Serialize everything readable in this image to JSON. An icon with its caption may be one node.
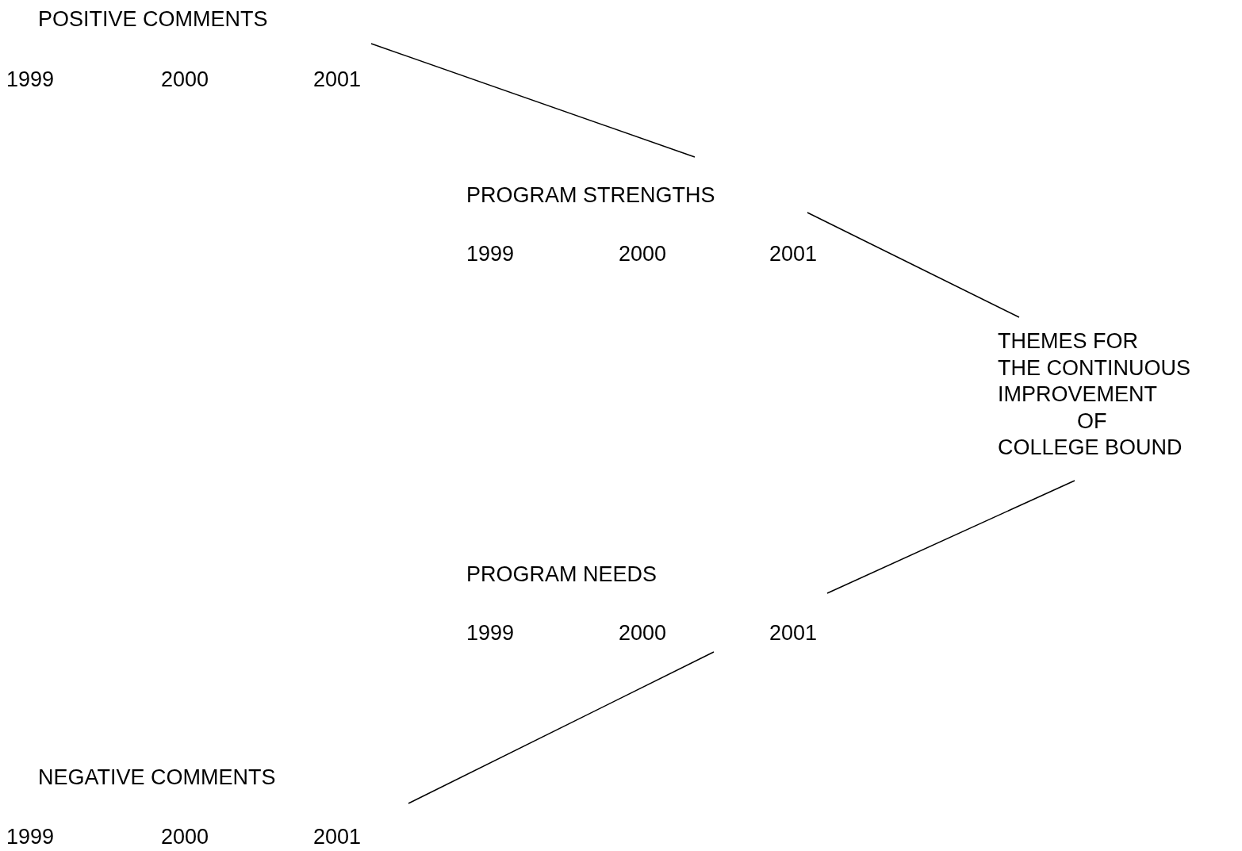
{
  "diagram": {
    "nodes": [
      {
        "text": [
          "POSITIVE COMMENTS",
          "1999",
          "2000",
          "2001"
        ]
      },
      {
        "text": [
          "PROGRAM STRENGTHS",
          "1999",
          "2000",
          "2001"
        ]
      },
      {
        "text": [
          "THEMES FOR THE CONTINUOUS IMPROVEMENT OF COLLEGE BOUND"
        ]
      },
      {
        "text": [
          "PROGRAM NEEDS",
          "1999",
          "2000",
          "2001"
        ]
      },
      {
        "text": [
          "NEGATIVE COMMENTS",
          "1999",
          "2000",
          "2001"
        ]
      }
    ],
    "edges": [
      {
        "from": 0,
        "to": 1,
        "arrow": "none"
      },
      {
        "from": 1,
        "to": 2,
        "arrow": "none"
      },
      {
        "from": 2,
        "to": 3,
        "arrow": "none"
      },
      {
        "from": 4,
        "to": 3,
        "arrow": "none"
      }
    ]
  }
}
